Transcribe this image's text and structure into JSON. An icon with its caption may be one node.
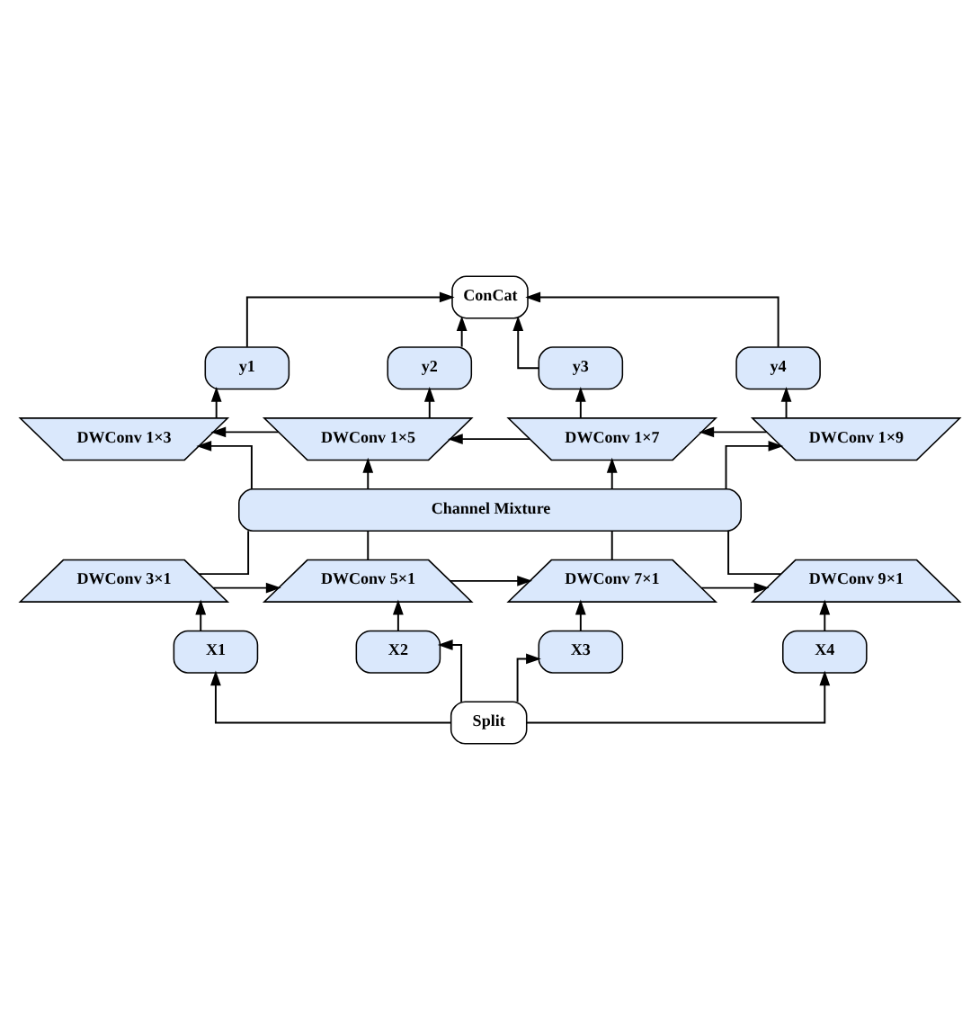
{
  "diagram": {
    "nodes": [
      {
        "text": [
          "ConCat"
        ]
      },
      {
        "text": [
          "y1"
        ]
      },
      {
        "text": [
          "y2"
        ]
      },
      {
        "text": [
          "y3"
        ]
      },
      {
        "text": [
          "y4"
        ]
      },
      {
        "text": [
          "DWConv 1×3"
        ]
      },
      {
        "text": [
          "DWConv 1×5"
        ]
      },
      {
        "text": [
          "DWConv 1×7"
        ]
      },
      {
        "text": [
          "DWConv 1×9"
        ]
      },
      {
        "text": [
          "Channel Mixture"
        ]
      },
      {
        "text": [
          "DWConv 3×1"
        ]
      },
      {
        "text": [
          "DWConv 5×1"
        ]
      },
      {
        "text": [
          "DWConv 7×1"
        ]
      },
      {
        "text": [
          "DWConv 9×1"
        ]
      },
      {
        "text": [
          "X1"
        ]
      },
      {
        "text": [
          "X2"
        ]
      },
      {
        "text": [
          "X3"
        ]
      },
      {
        "text": [
          "X4"
        ]
      },
      {
        "text": [
          "Split"
        ]
      }
    ],
    "edges": [
      {
        "from": 18,
        "to": 14,
        "arrow": "to"
      },
      {
        "from": 18,
        "to": 15,
        "arrow": "to"
      },
      {
        "from": 18,
        "to": 16,
        "arrow": "to"
      },
      {
        "from": 18,
        "to": 17,
        "arrow": "to"
      },
      {
        "from": 14,
        "to": 10,
        "arrow": "to"
      },
      {
        "from": 15,
        "to": 11,
        "arrow": "to"
      },
      {
        "from": 16,
        "to": 12,
        "arrow": "to"
      },
      {
        "from": 17,
        "to": 13,
        "arrow": "to"
      },
      {
        "from": 10,
        "to": 11,
        "arrow": "to"
      },
      {
        "from": 11,
        "to": 12,
        "arrow": "to"
      },
      {
        "from": 12,
        "to": 13,
        "arrow": "to"
      },
      {
        "from": 10,
        "to": 9,
        "arrow": "none"
      },
      {
        "from": 11,
        "to": 9,
        "arrow": "none"
      },
      {
        "from": 12,
        "to": 9,
        "arrow": "none"
      },
      {
        "from": 13,
        "to": 9,
        "arrow": "none"
      },
      {
        "from": 9,
        "to": 5,
        "arrow": "to"
      },
      {
        "from": 9,
        "to": 6,
        "arrow": "to"
      },
      {
        "from": 9,
        "to": 7,
        "arrow": "to"
      },
      {
        "from": 9,
        "to": 8,
        "arrow": "to"
      },
      {
        "from": 6,
        "to": 5,
        "arrow": "to"
      },
      {
        "from": 7,
        "to": 6,
        "arrow": "to"
      },
      {
        "from": 8,
        "to": 7,
        "arrow": "to"
      },
      {
        "from": 5,
        "to": 1,
        "arrow": "to"
      },
      {
        "from": 6,
        "to": 2,
        "arrow": "to"
      },
      {
        "from": 7,
        "to": 3,
        "arrow": "to"
      },
      {
        "from": 8,
        "to": 4,
        "arrow": "to"
      },
      {
        "from": 1,
        "to": 0,
        "arrow": "to"
      },
      {
        "from": 2,
        "to": 0,
        "arrow": "to"
      },
      {
        "from": 3,
        "to": 0,
        "arrow": "to"
      },
      {
        "from": 4,
        "to": 0,
        "arrow": "to"
      }
    ]
  }
}
